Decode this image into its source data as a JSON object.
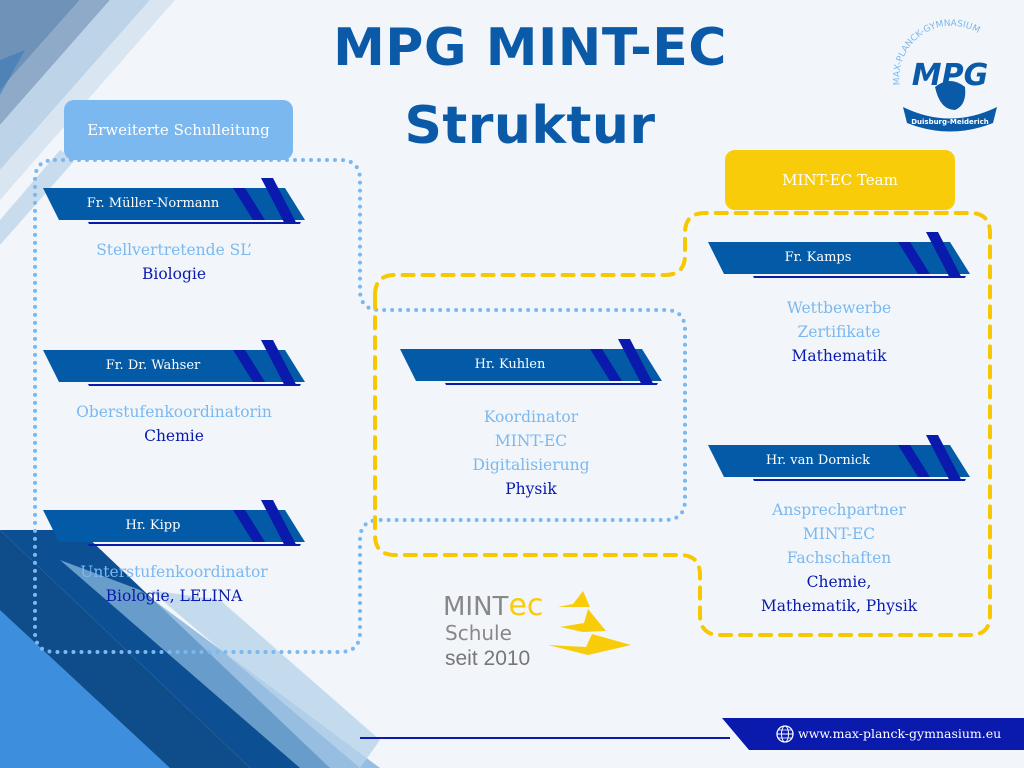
{
  "title_line1": "MPG MINT-EC",
  "title_line2": "Struktur",
  "logo": {
    "ring_text": "MAX-PLANCK-GYMNASIUM",
    "initials": "MPG",
    "band_text": "Duisburg-Meiderich"
  },
  "groups": {
    "schulleitung_label": "Erweiterte Schulleitung",
    "team_label": "MINT-EC Team"
  },
  "people": [
    {
      "name": "Fr. Müller-Normann",
      "roles": [
        "Stellvertretende SL’"
      ],
      "subjects": [
        "Biologie"
      ]
    },
    {
      "name": "Fr. Dr. Wahser",
      "roles": [
        "Oberstufenkoordinatorin"
      ],
      "subjects": [
        "Chemie"
      ]
    },
    {
      "name": "Hr. Kipp",
      "roles": [
        "Unterstufenkoordinator"
      ],
      "subjects": [
        "Biologie, LELINA"
      ]
    },
    {
      "name": "Hr. Kuhlen",
      "roles": [
        "Koordinator",
        "MINT-EC",
        "Digitalisierung"
      ],
      "subjects": [
        "Physik"
      ]
    },
    {
      "name": "Fr. Kamps",
      "roles": [
        "Wettbewerbe",
        "Zertifikate"
      ],
      "subjects": [
        "Mathematik"
      ]
    },
    {
      "name": "Hr. van Dornick",
      "roles": [
        "Ansprechpartner",
        "MINT-EC",
        "Fachschaften"
      ],
      "subjects": [
        "Chemie,",
        "Mathematik, Physik"
      ]
    }
  ],
  "mintec_logo": {
    "mint": "MINT",
    "ec": "ec",
    "schule": "Schule",
    "since": "seit 2010"
  },
  "footer": {
    "website": "www.max-planck-gymnasium.eu",
    "icon": "globe-icon"
  },
  "colors": {
    "primary": "#0a5aa8",
    "dark": "#0a1aad",
    "light": "#7ab8ef",
    "yellow": "#f9cc0a"
  }
}
